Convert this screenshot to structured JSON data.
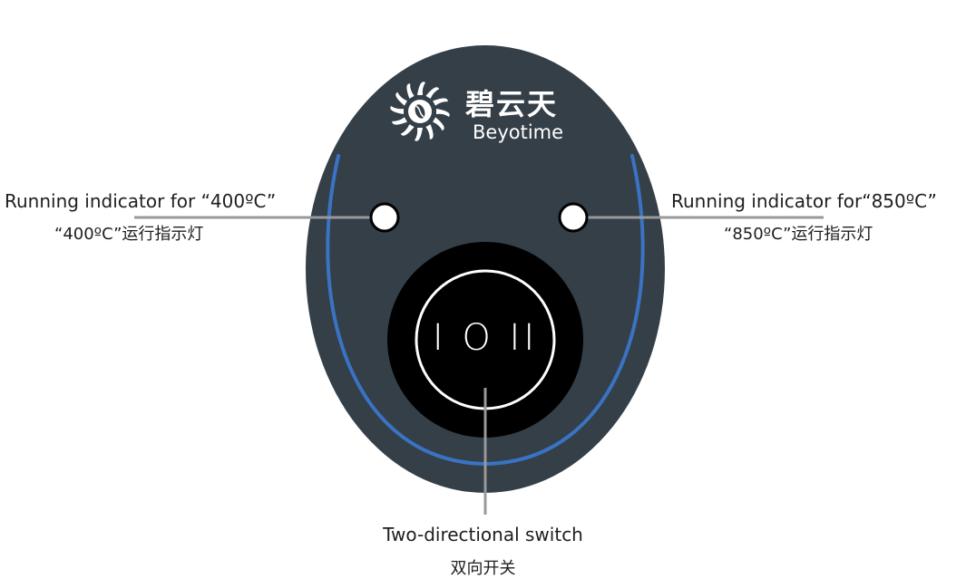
{
  "brand": {
    "name_zh": "碧云天",
    "name_en": "Beyotime"
  },
  "switch": {
    "symbols": "I O II"
  },
  "labels": {
    "indicator_400_en": "Running indicator for “400ºC”",
    "indicator_400_zh": "“400ºC”运行指示灯",
    "indicator_850_en": "Running indicator for“850ºC”",
    "indicator_850_zh": "“850ºC”运行指示灯",
    "switch_en": "Two-directional switch",
    "switch_zh": "双向开关"
  },
  "colors": {
    "panel": "#343f48",
    "ring": "#3a73c4",
    "indicator": "#ffffff",
    "switch_body": "#000000",
    "leader_line": "#999999"
  },
  "icons": {
    "logo": "sun-logo-icon"
  }
}
